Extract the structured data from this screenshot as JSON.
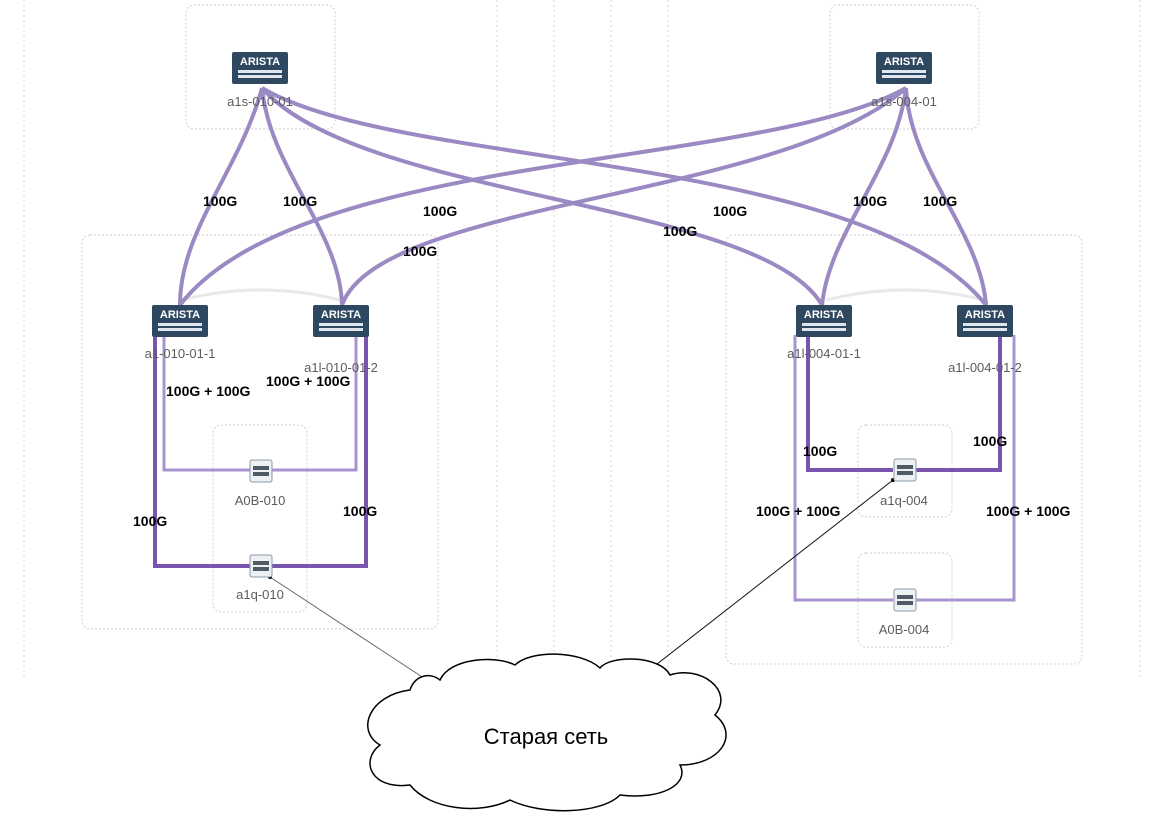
{
  "nodes": {
    "spine_010": {
      "label": "a1s-010-01",
      "brand": "ARISTA",
      "icon": "arista-switch-icon"
    },
    "spine_004": {
      "label": "a1s-004-01",
      "brand": "ARISTA",
      "icon": "arista-switch-icon"
    },
    "leaf_010_1": {
      "label": "a1-010-01-1",
      "brand": "ARISTA",
      "icon": "arista-switch-icon"
    },
    "leaf_010_2": {
      "label": "a1l-010-01-2",
      "brand": "ARISTA",
      "icon": "arista-switch-icon"
    },
    "leaf_004_1": {
      "label": "a1l-004-01-1",
      "brand": "ARISTA",
      "icon": "arista-switch-icon"
    },
    "leaf_004_2": {
      "label": "a1l-004-01-2",
      "brand": "ARISTA",
      "icon": "arista-switch-icon"
    },
    "aob_010": {
      "label": "A0B-010",
      "icon": "server-icon"
    },
    "a1q_010": {
      "label": "a1q-010",
      "icon": "server-icon"
    },
    "a1q_004": {
      "label": "a1q-004",
      "icon": "server-icon"
    },
    "aob_004": {
      "label": "A0B-004",
      "icon": "server-icon"
    },
    "cloud": {
      "label": "Старая сеть",
      "icon": "cloud-icon"
    }
  },
  "links": {
    "s010_l010_1": "100G",
    "s010_l010_2": "100G",
    "s004_l010_1": "100G",
    "s004_l010_2": "100G",
    "s010_l004_1": "100G",
    "s010_l004_2": "100G",
    "s004_l004_1": "100G",
    "s004_l004_2": "100G",
    "l010_1_aob": "100G + 100G",
    "l010_2_aob": "100G + 100G",
    "l010_1_a1q": "100G",
    "l010_2_a1q": "100G",
    "l004_1_a1q": "100G",
    "l004_2_a1q": "100G",
    "l004_1_aob": "100G + 100G",
    "l004_2_aob": "100G + 100G"
  },
  "colors": {
    "spine_link": "#9b89c4",
    "leaf_link_dark": "#7a55ad",
    "leaf_link_light": "#a894cf",
    "switch_body": "#2f4862"
  }
}
